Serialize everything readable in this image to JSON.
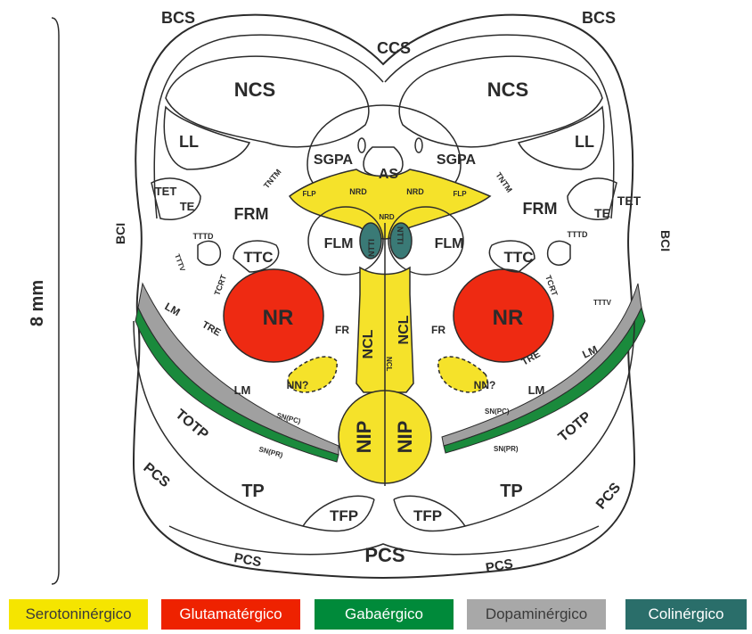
{
  "scale": {
    "label": "8 mm"
  },
  "labels": {
    "bcs": "BCS",
    "ccs": "CCS",
    "ncs": "NCS",
    "ll": "LL",
    "sgpa": "SGPA",
    "as": "AS",
    "tet": "TET",
    "te": "TE",
    "tntm": "TNTM",
    "flp": "FLP",
    "nrd": "NRD",
    "frm": "FRM",
    "bci": "BCI",
    "tttd": "TTTD",
    "tttv": "TTTV",
    "flm": "FLM",
    "ntti": "NTTI",
    "ttc": "TTC",
    "tcrt": "TCRT",
    "ncl": "NCL",
    "lm": "LM",
    "nr": "NR",
    "tre": "TRE",
    "fr": "FR",
    "nn": "NN?",
    "nip": "NIP",
    "totp": "TOTP",
    "sn_pc": "SN(PC)",
    "sn_pr": "SN(PR)",
    "pcs": "PCS",
    "tp": "TP",
    "tfp": "TFP"
  },
  "legend": [
    {
      "label": "Serotoninérgico",
      "color": "#f5e500"
    },
    {
      "label": "Glutamatérgico",
      "color": "#ee2200"
    },
    {
      "label": "Gabaérgico",
      "color": "#008a3a"
    },
    {
      "label": "Dopaminérgico",
      "color": "#a8a8a8"
    },
    {
      "label": "Colinérgico",
      "color": "#2a6e6a"
    }
  ],
  "colors": {
    "serotonergic": "#f5e22a",
    "glutamatergic": "#ee2a12",
    "gabaergic": "#1a8a3c",
    "dopaminergic": "#a0a0a0",
    "cholinergic": "#3a7a76",
    "outline": "#2b2b2b"
  }
}
